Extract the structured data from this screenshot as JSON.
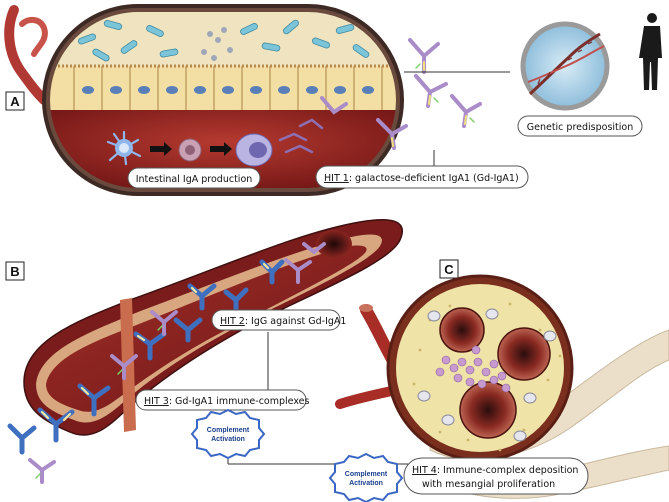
{
  "panels": {
    "a": {
      "letter": "A"
    },
    "b": {
      "letter": "B"
    },
    "c": {
      "letter": "C"
    }
  },
  "labels": {
    "genetic": "Genetic predisposition",
    "intestinal": "Intestinal IgA production",
    "hit1_prefix": "HIT 1",
    "hit1_text": ": galactose-deficient IgA1 (Gd-IgA1)",
    "hit2_prefix": "HIT 2",
    "hit2_text": ": IgG against Gd-IgA1",
    "hit3_prefix": "HIT 3",
    "hit3_text": ": Gd-IgA1 immune-complexes",
    "hit4_prefix": "HIT 4",
    "hit4_line1": ": Immune-complex deposition",
    "hit4_line2": "with mesangial proliferation",
    "complement_line1": "Complement",
    "complement_line2": "Activation"
  },
  "colors": {
    "blood_red": "#8e1e1e",
    "vessel_wall": "#c9463a",
    "tissue_cream": "#efe4bf",
    "epithelium": "#f3dfa3",
    "starburst": "#3a66c4",
    "antibody_purple": "#8e6fb3",
    "antibody_blue": "#3f6fbf"
  },
  "icons": [
    "intestine-icon",
    "human-silhouette-icon",
    "dna-icon",
    "dendritic-cell-icon",
    "plasma-cell-icon",
    "antibody-icon",
    "complement-starburst-icon"
  ]
}
